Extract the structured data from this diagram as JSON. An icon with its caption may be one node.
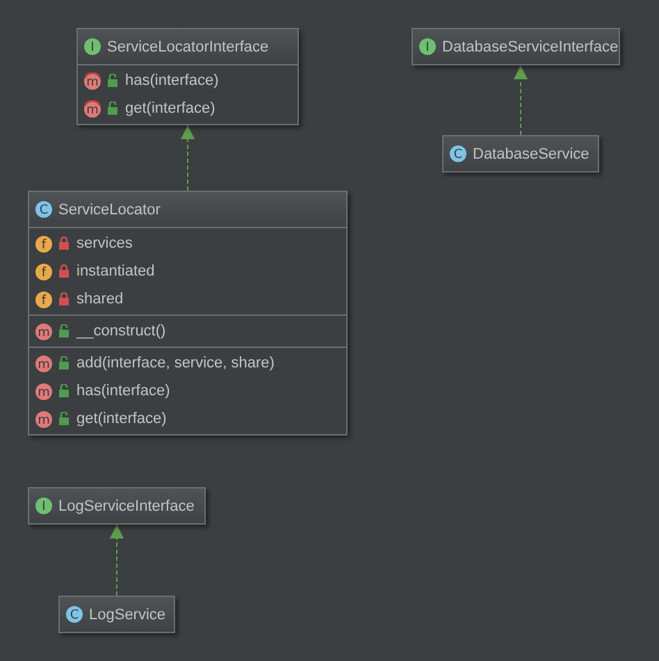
{
  "diagram": {
    "nodes": [
      {
        "text": [
          "ServiceLocatorInterface",
          "has(interface)",
          "get(interface)"
        ]
      },
      {
        "text": [
          "DatabaseServiceInterface"
        ]
      },
      {
        "text": [
          "DatabaseService"
        ]
      },
      {
        "text": [
          "ServiceLocator",
          "services",
          "instantiated",
          "shared",
          "__construct()",
          "add(interface, service, share)",
          "has(interface)",
          "get(interface)"
        ]
      },
      {
        "text": [
          "LogServiceInterface"
        ]
      },
      {
        "text": [
          "LogService"
        ]
      }
    ],
    "edges": [
      {
        "from": 3,
        "to": 0,
        "arrow": "to",
        "style": "dashed"
      },
      {
        "from": 2,
        "to": 1,
        "arrow": "to",
        "style": "dashed"
      },
      {
        "from": 5,
        "to": 4,
        "arrow": "to",
        "style": "dashed"
      }
    ],
    "labels": [
      "I",
      "m",
      "m",
      "I",
      "C",
      "C",
      "f",
      "f",
      "f",
      "m",
      "m",
      "m",
      "m",
      "I",
      "C"
    ]
  }
}
